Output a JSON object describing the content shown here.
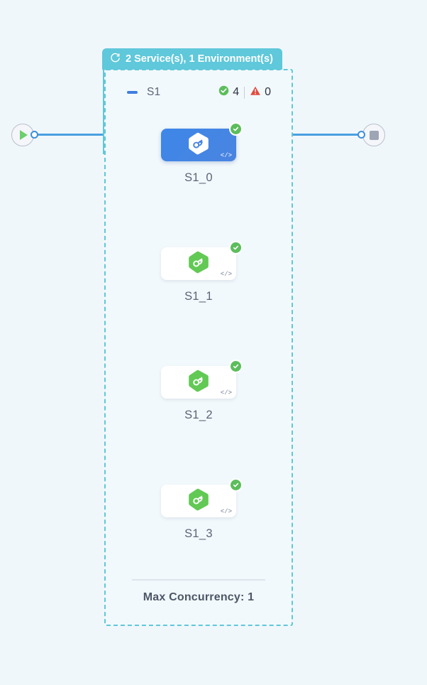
{
  "canvas": {
    "background_color": "#f0f7fb"
  },
  "start_node": {
    "icon": "play-icon",
    "color": "#6dcf6d"
  },
  "end_node": {
    "icon": "stop-square-icon",
    "color": "#9ea5b4"
  },
  "group": {
    "header": {
      "icon": "refresh-loop-icon",
      "label": "2 Service(s), 1 Environment(s)",
      "background_color": "#5fc8da",
      "text_color": "#ffffff"
    },
    "border_color": "#5fc8da",
    "collapse_icon": "minus-icon",
    "name": "S1",
    "status": {
      "success_icon": "check-circle-icon",
      "success_count": "4",
      "success_color": "#5cbd5c",
      "error_icon": "warning-triangle-icon",
      "error_count": "0",
      "error_color": "#e04a3f"
    },
    "footer_label": "Max Concurrency: 1",
    "nodes": [
      {
        "label": "S1_0",
        "selected": true,
        "icon": "hexagon-infinity-icon",
        "icon_color": "#ffffff",
        "card_color": "#3d87e8",
        "status_icon": "check-circle-icon",
        "code_badge": "</>"
      },
      {
        "label": "S1_1",
        "selected": false,
        "icon": "hexagon-infinity-icon",
        "icon_color": "#62c954",
        "card_color": "#ffffff",
        "status_icon": "check-circle-icon",
        "code_badge": "</>"
      },
      {
        "label": "S1_2",
        "selected": false,
        "icon": "hexagon-infinity-icon",
        "icon_color": "#62c954",
        "card_color": "#ffffff",
        "status_icon": "check-circle-icon",
        "code_badge": "</>"
      },
      {
        "label": "S1_3",
        "selected": false,
        "icon": "hexagon-infinity-icon",
        "icon_color": "#62c954",
        "card_color": "#ffffff",
        "status_icon": "check-circle-icon",
        "code_badge": "</>"
      }
    ]
  }
}
